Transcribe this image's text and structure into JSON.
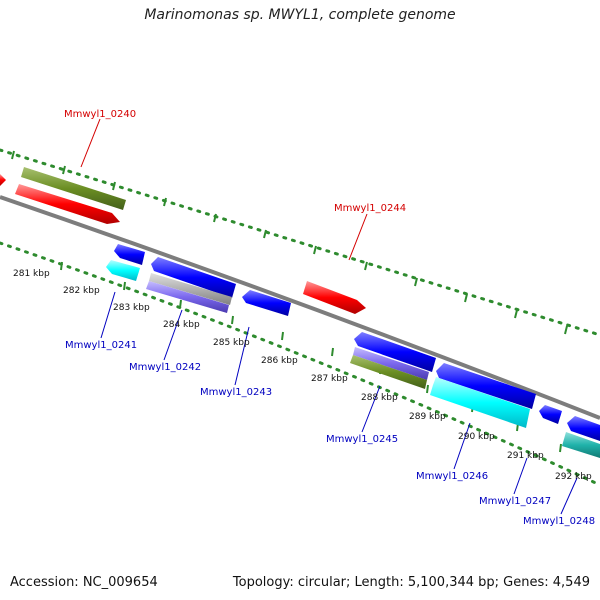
{
  "title": "Marinomonas sp. MWYL1, complete genome",
  "footer": {
    "accession": "Accession: NC_009654",
    "summary": "Topology: circular; Length: 5,100,344 bp; Genes: 4,549"
  },
  "colors": {
    "background": "#ffffff",
    "backbone": "#7d7d7d",
    "ruler": "#2e8b2e",
    "gene_forward_label": "#d40000",
    "gene_reverse_label": "#0000c0",
    "feature_red": "#ff0000",
    "feature_olive": "#6b8e23",
    "feature_blue": "#0000ff",
    "feature_cyan": "#00ffff",
    "feature_teal": "#20b2aa",
    "feature_slate": "#7b68ee",
    "feature_gray": "#b0b0b0"
  },
  "ruler_labels": [
    "281 kbp",
    "282 kbp",
    "283 kbp",
    "284 kbp",
    "285 kbp",
    "286 kbp",
    "287 kbp",
    "288 kbp",
    "289 kbp",
    "290 kbp",
    "291 kbp",
    "292 kbp"
  ],
  "gene_labels": {
    "forward": [
      "Mmwyl1_0240",
      "Mmwyl1_0244"
    ],
    "reverse": [
      "Mmwyl1_0241",
      "Mmwyl1_0242",
      "Mmwyl1_0243",
      "Mmwyl1_0245",
      "Mmwyl1_0246",
      "Mmwyl1_0247",
      "Mmwyl1_0248"
    ]
  }
}
